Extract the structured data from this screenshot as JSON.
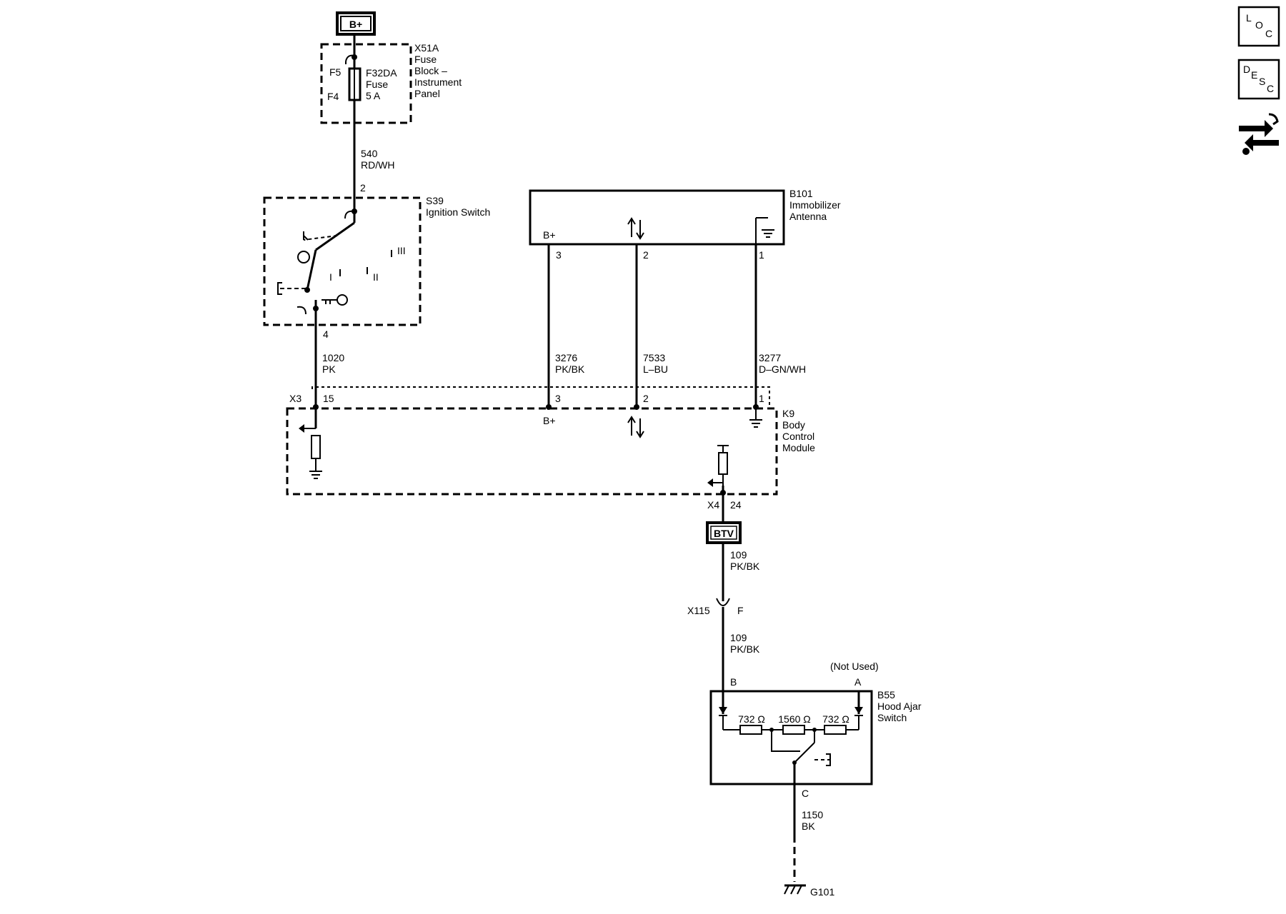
{
  "power": {
    "label": "B+"
  },
  "fuse_block": {
    "id": "X51A",
    "name_lines": [
      "Fuse",
      "Block –",
      "Instrument",
      "Panel"
    ],
    "pin_in": "F5",
    "pin_out": "F4",
    "fuse_id": "F32DA",
    "fuse_word": "Fuse",
    "fuse_rating": "5 A"
  },
  "wires": {
    "w540": {
      "number": "540",
      "color": "RD/WH"
    },
    "w1020": {
      "number": "1020",
      "color": "PK"
    },
    "w3276": {
      "number": "3276",
      "color": "PK/BK"
    },
    "w7533": {
      "number": "7533",
      "color": "L–BU"
    },
    "w3277": {
      "number": "3277",
      "color": "D–GN/WH"
    },
    "w109a": {
      "number": "109",
      "color": "PK/BK"
    },
    "w109b": {
      "number": "109",
      "color": "PK/BK"
    },
    "w1150": {
      "number": "1150",
      "color": "BK"
    }
  },
  "ignition_switch": {
    "id": "S39",
    "name": "Ignition Switch",
    "pin_top": "2",
    "pin_bottom": "4",
    "positions": [
      "I",
      "II",
      "III"
    ]
  },
  "immobilizer": {
    "id": "B101",
    "name_lines": [
      "Immobilizer",
      "Antenna"
    ],
    "bplus": "B+",
    "pins": [
      "3",
      "2",
      "1"
    ]
  },
  "bcm": {
    "id": "K9",
    "name_lines": [
      "Body",
      "Control",
      "Module"
    ],
    "connector_x3": "X3",
    "pin_15": "15",
    "pins": [
      "3",
      "2",
      "1"
    ],
    "bplus": "B+",
    "connector_x4": "X4",
    "pin_24": "24"
  },
  "btv": {
    "label": "BTV"
  },
  "inline_connector": {
    "id": "X115",
    "pin": "F"
  },
  "hood_switch": {
    "id": "B55",
    "name_lines": [
      "Hood Ajar",
      "Switch"
    ],
    "not_used": "(Not Used)",
    "pin_b": "B",
    "pin_a": "A",
    "pin_c": "C",
    "resistors": [
      "732 Ω",
      "1560 Ω",
      "732 Ω"
    ]
  },
  "ground": {
    "id": "G101"
  },
  "side_icons": {
    "loc": [
      "L",
      "O",
      "C"
    ],
    "desc": [
      "D",
      "E",
      "S",
      "C"
    ],
    "wrench_icon": "tools-icon"
  }
}
